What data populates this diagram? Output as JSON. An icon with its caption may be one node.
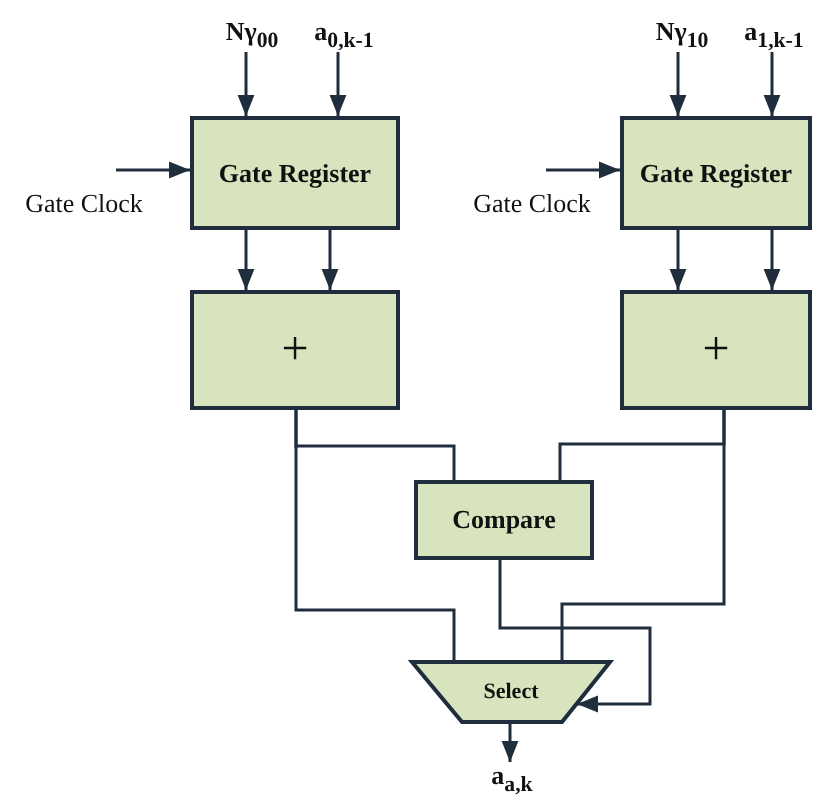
{
  "diagram": {
    "nodes": [
      {
        "text": [
          "Nγ$_{00}$"
        ]
      },
      {
        "text": [
          "a$_{0,k-1}$"
        ]
      },
      {
        "text": [
          "Gate Register"
        ]
      },
      {
        "text": [
          "Gate Clock"
        ]
      },
      {
        "text": [
          "+"
        ]
      },
      {
        "text": [
          "Nγ$_{10}$"
        ]
      },
      {
        "text": [
          "a$_{1,k-1}$"
        ]
      },
      {
        "text": [
          "Gate Register"
        ]
      },
      {
        "text": [
          "Gate Clock"
        ]
      },
      {
        "text": [
          "+"
        ]
      },
      {
        "text": [
          "Compare"
        ]
      },
      {
        "text": [
          "Select"
        ]
      },
      {
        "text": [
          "a$_{a,k}$"
        ]
      }
    ],
    "edges": [
      {
        "from": 0,
        "to": 2,
        "arrow": "to"
      },
      {
        "from": 1,
        "to": 2,
        "arrow": "to"
      },
      {
        "from": 3,
        "to": 2,
        "arrow": "to"
      },
      {
        "from": 2,
        "to": 4,
        "arrow": "to"
      },
      {
        "from": 2,
        "to": 4,
        "arrow": "to"
      },
      {
        "from": 5,
        "to": 7,
        "arrow": "to"
      },
      {
        "from": 6,
        "to": 7,
        "arrow": "to"
      },
      {
        "from": 8,
        "to": 7,
        "arrow": "to"
      },
      {
        "from": 7,
        "to": 9,
        "arrow": "to"
      },
      {
        "from": 7,
        "to": 9,
        "arrow": "to"
      },
      {
        "from": 4,
        "to": 10,
        "arrow": "none"
      },
      {
        "from": 4,
        "to": 11,
        "arrow": "none"
      },
      {
        "from": 9,
        "to": 10,
        "arrow": "none"
      },
      {
        "from": 9,
        "to": 11,
        "arrow": "none"
      },
      {
        "from": 10,
        "to": 11,
        "arrow": "to"
      },
      {
        "from": 11,
        "to": 12,
        "arrow": "to"
      }
    ]
  }
}
